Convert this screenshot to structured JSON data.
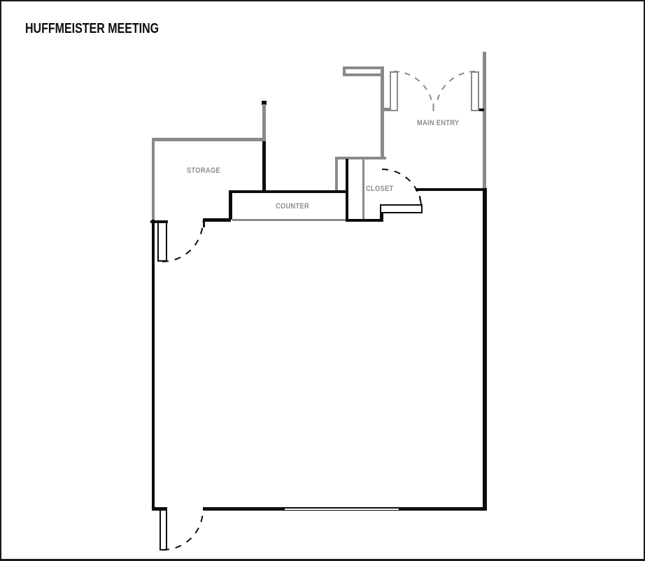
{
  "title": "HUFFMEISTER MEETING",
  "rooms": {
    "storage": {
      "label": "STORAGE"
    },
    "counter": {
      "label": "COUNTER"
    },
    "closet": {
      "label": "CLOSET"
    },
    "main_entry": {
      "label": "MAIN ENTRY"
    }
  },
  "colors": {
    "background": "#ffffff",
    "wall_black": "#0d0d0d",
    "wall_gray": "#8a8a8a",
    "label_gray": "#8e8e8e"
  }
}
